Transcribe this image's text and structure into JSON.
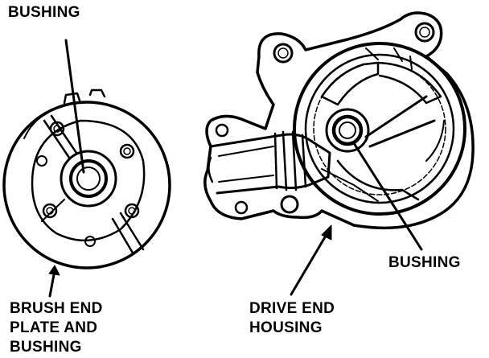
{
  "labels": {
    "bushing_top": "BUSHING",
    "bushing_right": "BUSHING",
    "brush_end_lines": [
      "BRUSH END",
      "PLATE AND",
      "BUSHING"
    ],
    "drive_end_lines": [
      "DRIVE END",
      "HOUSING"
    ]
  },
  "colors": {
    "ink": "#000000",
    "paper": "#ffffff"
  }
}
